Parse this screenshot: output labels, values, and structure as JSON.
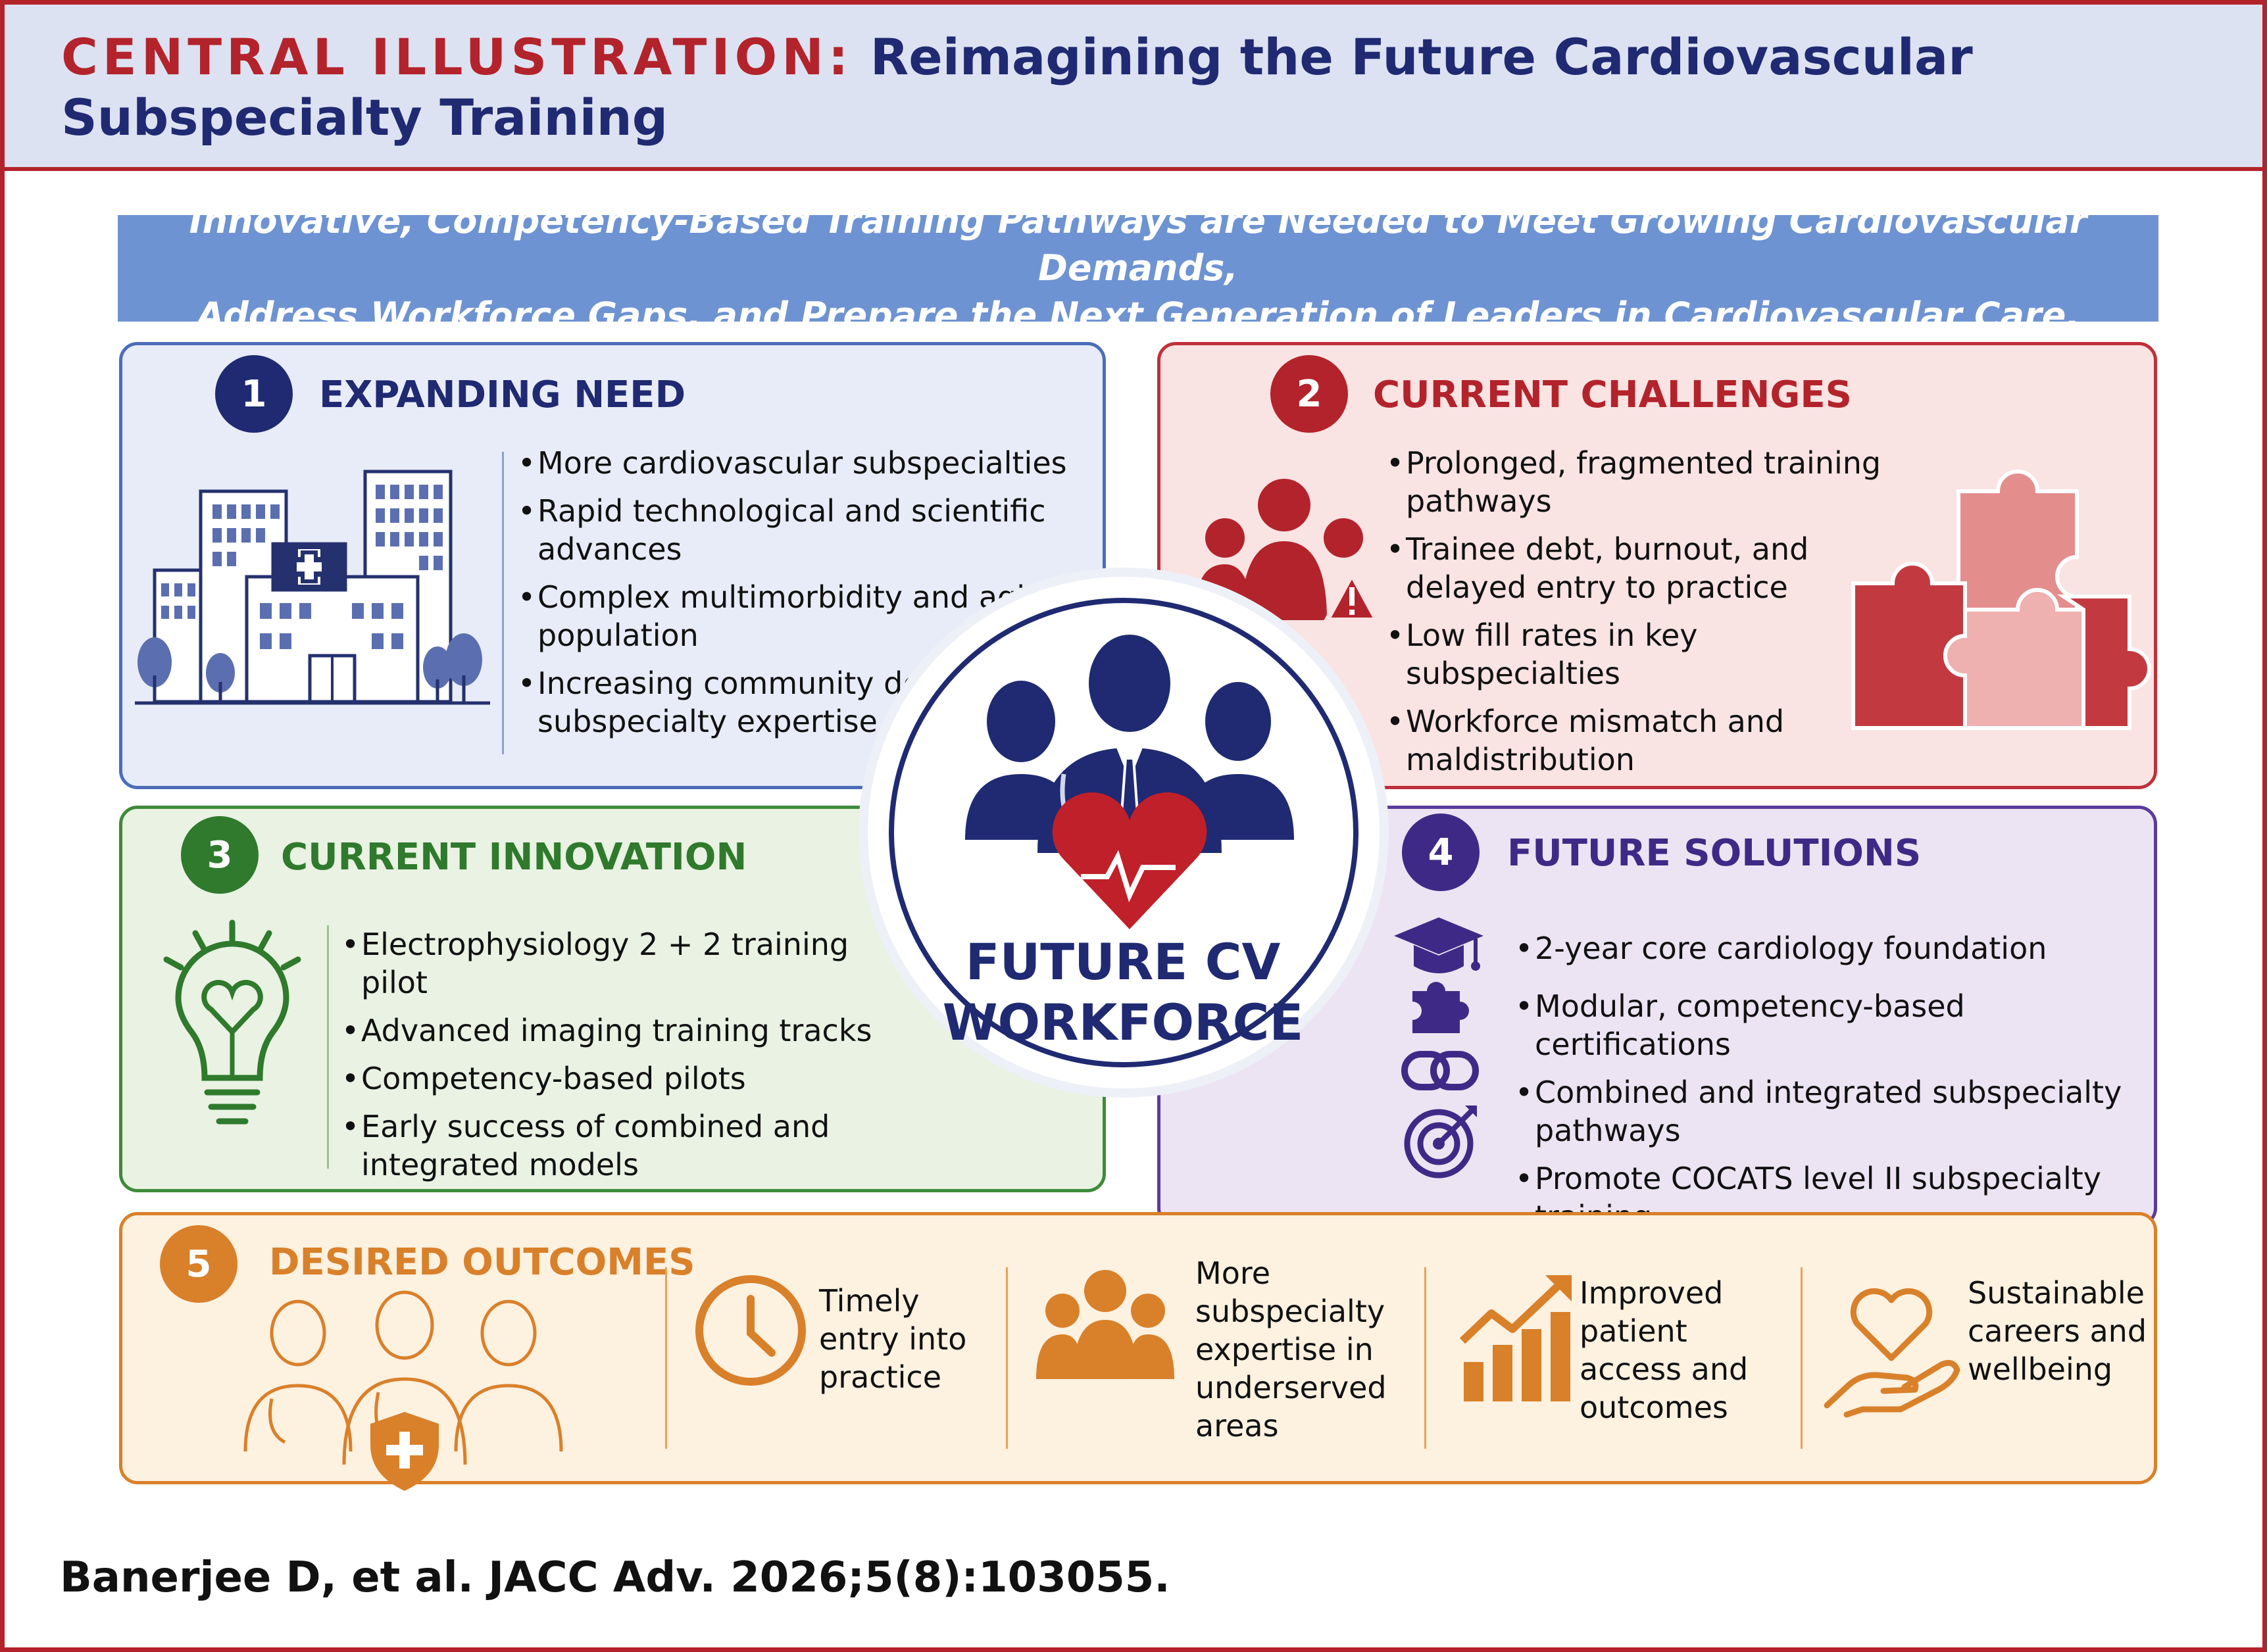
{
  "header": {
    "title_lead": "CENTRAL ILLUSTRATION:",
    "title_rest": " Reimagining the Future Cardiovascular Subspecialty Training"
  },
  "banner": {
    "line1": "Innovative, Competency-Based Training Pathways are Needed to Meet Growing Cardiovascular Demands,",
    "line2": "Address Workforce Gaps, and Prepare the Next Generation of Leaders in Cardiovascular Care."
  },
  "panels": [
    {
      "number": "1",
      "title": "EXPANDING NEED",
      "color": "#1f2a72",
      "items": [
        "More cardiovascular subspecialties",
        "Rapid technological and scientific advances",
        "Complex multimorbidity and aging population",
        "Increasing community demand for subspecialty expertise"
      ],
      "icon": "hospital-buildings-icon"
    },
    {
      "number": "2",
      "title": "CURRENT CHALLENGES",
      "color": "#b3232b",
      "items": [
        "Prolonged, fragmented training pathways",
        "Trainee debt, burnout, and delayed entry to practice",
        "Low fill rates in key subspecialties",
        "Workforce mismatch and maldistribution"
      ],
      "icons": [
        "people-warning-icon",
        "puzzle-pieces-icon"
      ]
    },
    {
      "number": "3",
      "title": "CURRENT INNOVATION",
      "color": "#2f7a2c",
      "items": [
        "Electrophysiology 2 + 2 training pilot",
        "Advanced imaging training tracks",
        "Competency-based pilots",
        "Early success of combined and integrated models"
      ],
      "icon": "lightbulb-heart-icon"
    },
    {
      "number": "4",
      "title": "FUTURE SOLUTIONS",
      "color": "#3e2a86",
      "items": [
        "2-year core cardiology foundation",
        "Modular, competency-based certifications",
        "Combined and integrated subspecialty pathways",
        "Promote COCATS level II subspecialty training"
      ],
      "icons": [
        "graduation-cap-icon",
        "puzzle-piece-icon",
        "chain-link-icon",
        "target-icon"
      ]
    }
  ],
  "center": {
    "label_line1": "FUTURE CV",
    "label_line2": "WORKFORCE",
    "icon": "doctors-heart-icon"
  },
  "outcomes": {
    "number": "5",
    "title": "DESIRED OUTCOMES",
    "color": "#d9802a",
    "items": [
      {
        "text": "Timely entry into practice",
        "icon": "clock-icon"
      },
      {
        "text": "More subspecialty expertise in underserved areas",
        "icon": "community-icon"
      },
      {
        "text": "Improved patient access and outcomes",
        "icon": "growth-chart-icon"
      },
      {
        "text": "Sustainable careers and wellbeing",
        "icon": "heart-hand-icon"
      }
    ],
    "icon": "doctors-shield-icon"
  },
  "citation": "Banerjee D, et al. JACC Adv. 2026;5(8):103055."
}
